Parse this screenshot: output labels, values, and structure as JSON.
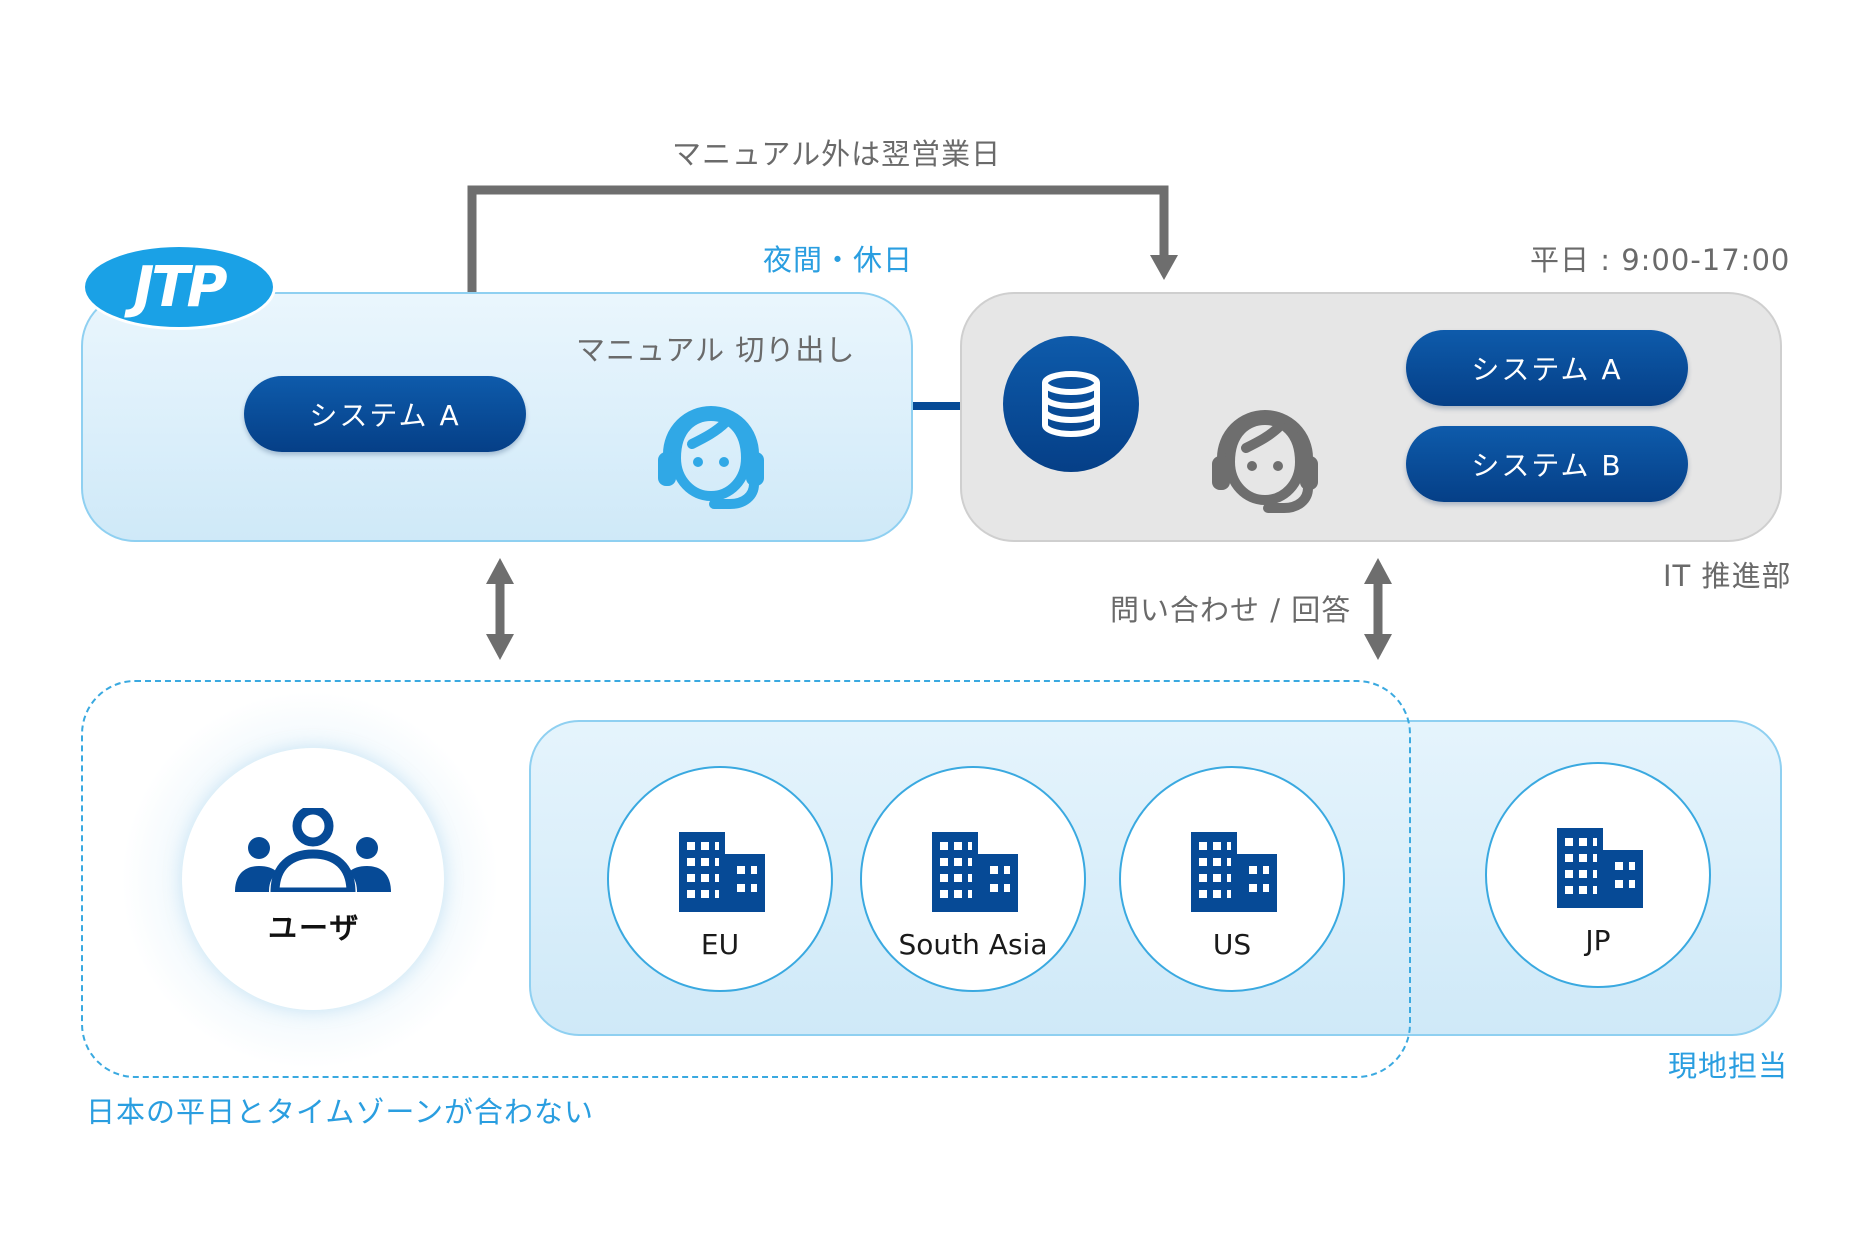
{
  "top_note": "マニュアル外は翌営業日",
  "logo_text": "JTP",
  "left_panel": {
    "time_label": "夜間・休日",
    "manual_label": "マニュアル 切り出し",
    "system_button": "システム A",
    "operator_icon": "headset-operator-icon"
  },
  "right_panel": {
    "hours_label": "平日 : 9:00-17:00",
    "department_label": "IT 推進部",
    "database_icon": "database-icon",
    "operator_icon": "headset-operator-icon",
    "system_buttons": [
      "システム A",
      "システム B"
    ]
  },
  "inquiry_label": "問い合わせ / 回答",
  "users": {
    "label": "ユーザ",
    "icon": "users-group-icon"
  },
  "zone_label": "日本の平日とタイムゾーンが合わない",
  "local_support_label": "現地担当",
  "regions": [
    {
      "name": "EU",
      "icon": "building-icon"
    },
    {
      "name": "South Asia",
      "icon": "building-icon"
    },
    {
      "name": "US",
      "icon": "building-icon"
    },
    {
      "name": "JP",
      "icon": "building-icon"
    }
  ],
  "colors": {
    "navy": "#064a96",
    "sky": "#2a9ee0",
    "gray_text": "#6a6a6a",
    "arrow_gray": "#6e6e6e"
  }
}
